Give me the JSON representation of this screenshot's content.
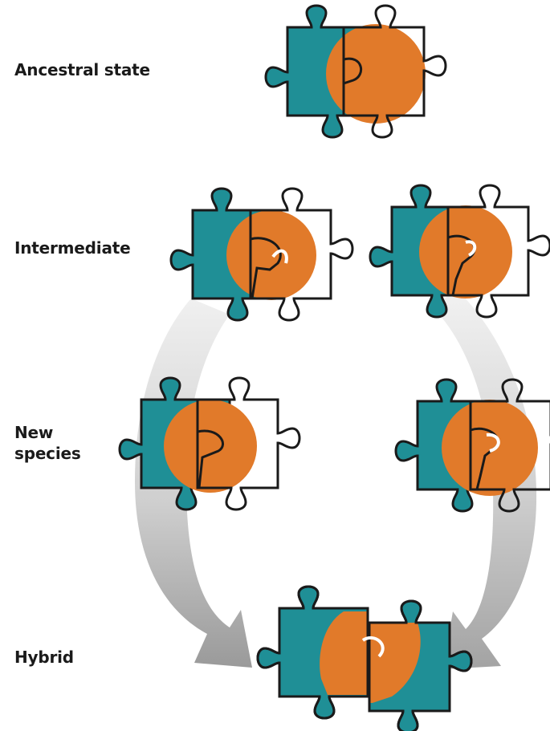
{
  "labels": {
    "ancestral": "Ancestral state",
    "intermediate": "Intermediate",
    "new_species": "New\nspecies",
    "hybrid": "Hybrid"
  },
  "colors": {
    "teal": "#1f8f96",
    "orange": "#e17a2a",
    "outline": "#1a1a1a",
    "arrow_light": "#e9e9e9",
    "arrow_dark": "#9c9c9c"
  }
}
